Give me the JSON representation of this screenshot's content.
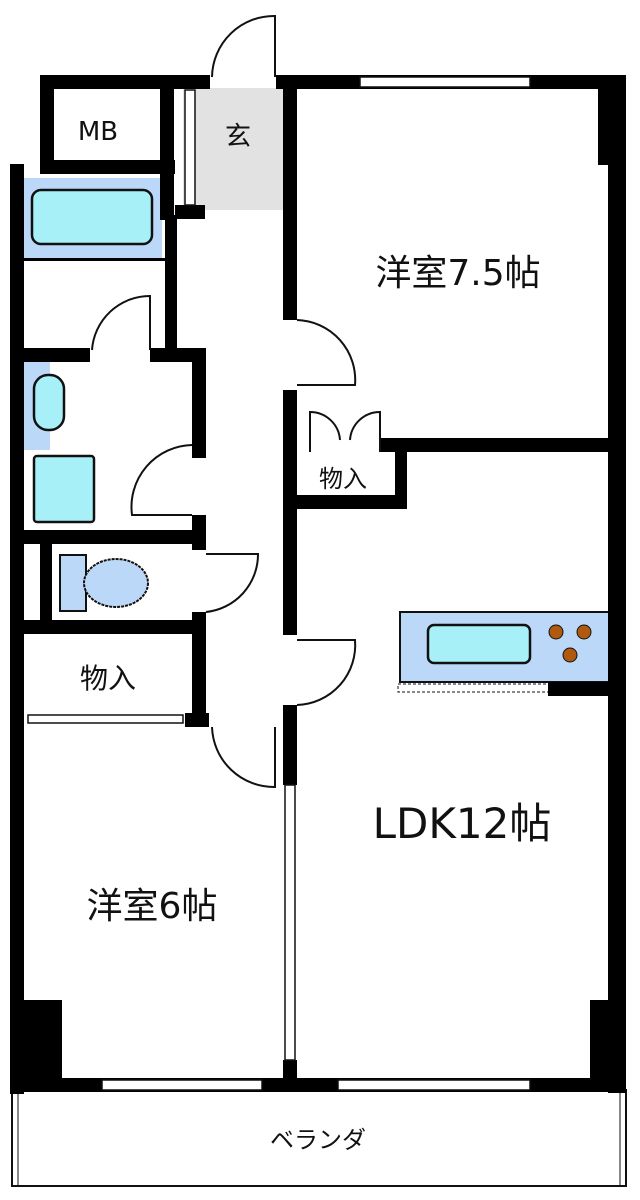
{
  "rooms": {
    "mb": "MB",
    "entrance": "玄",
    "western_room_1": "洋室7.5帖",
    "storage_1": "物入",
    "ldk": "LDK12帖",
    "storage_2": "物入",
    "western_room_2": "洋室6帖",
    "balcony": "ベランダ"
  },
  "colors": {
    "wall": "#000000",
    "fixture": "#a8f0f8",
    "fixture_bg": "#bcd8f8",
    "entrance_floor": "#e2e2e2",
    "stove": "#b05a10"
  }
}
